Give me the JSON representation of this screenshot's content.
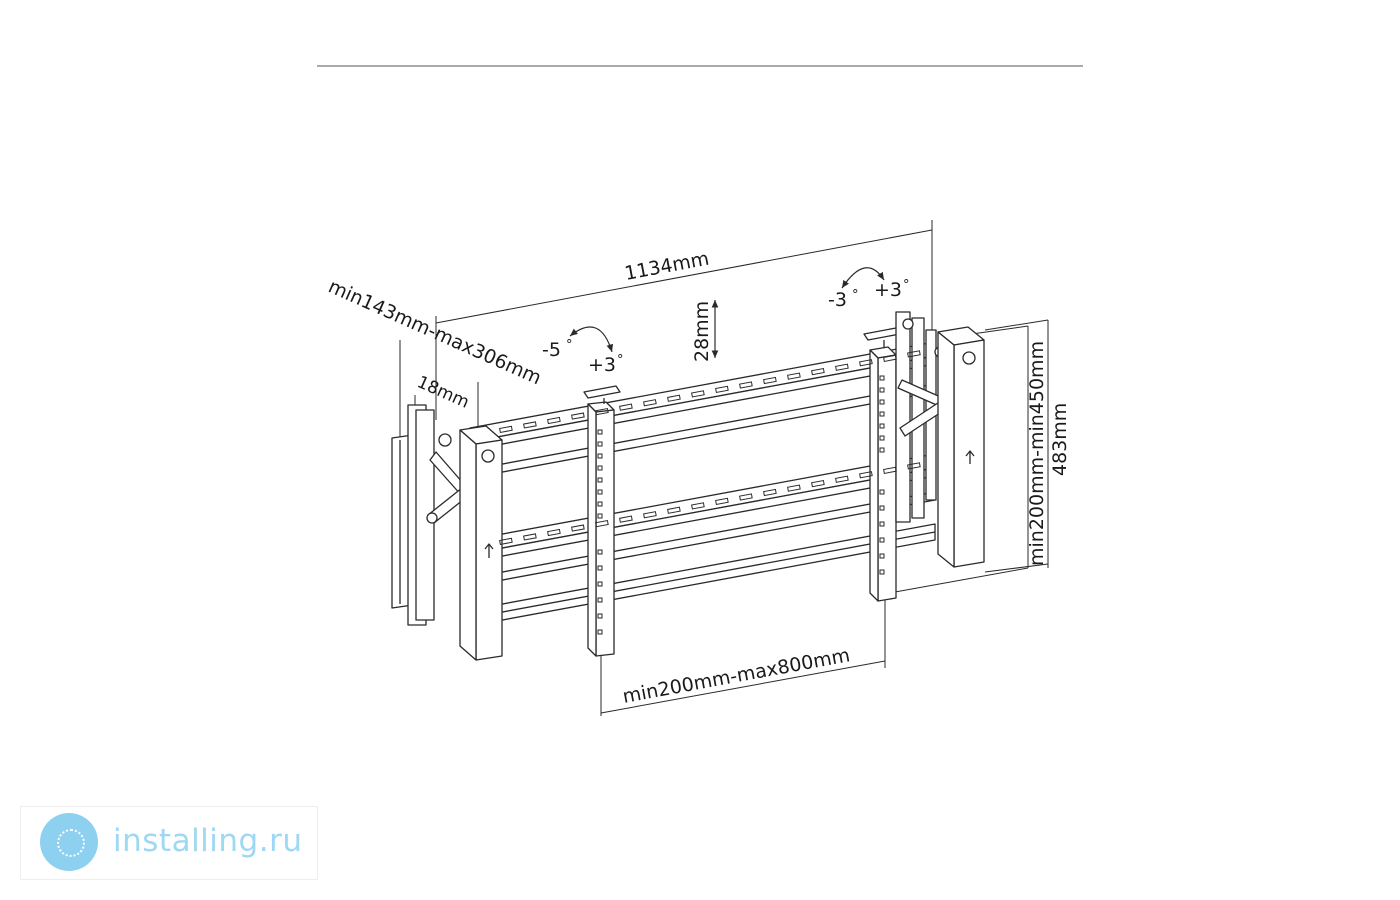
{
  "labels": {
    "width_total": "1134mm",
    "depth_range": "min143mm-max306mm",
    "depth_min": "18mm",
    "vertical_adjust": "28mm",
    "arm_spacing": "min200mm-max800mm",
    "height_range": "min200mm-min450mm",
    "height_total": "483mm"
  },
  "tilt": {
    "left_minus": "-5",
    "left_plus": "+3",
    "right_minus": "-3",
    "right_plus": "+3",
    "degree_symbol": "°"
  },
  "watermark": {
    "text": "installing.ru",
    "logo_icon": "globe-icon",
    "color": "#9fd8f2"
  },
  "colors": {
    "line": "#2a2a2a",
    "background": "#ffffff"
  }
}
